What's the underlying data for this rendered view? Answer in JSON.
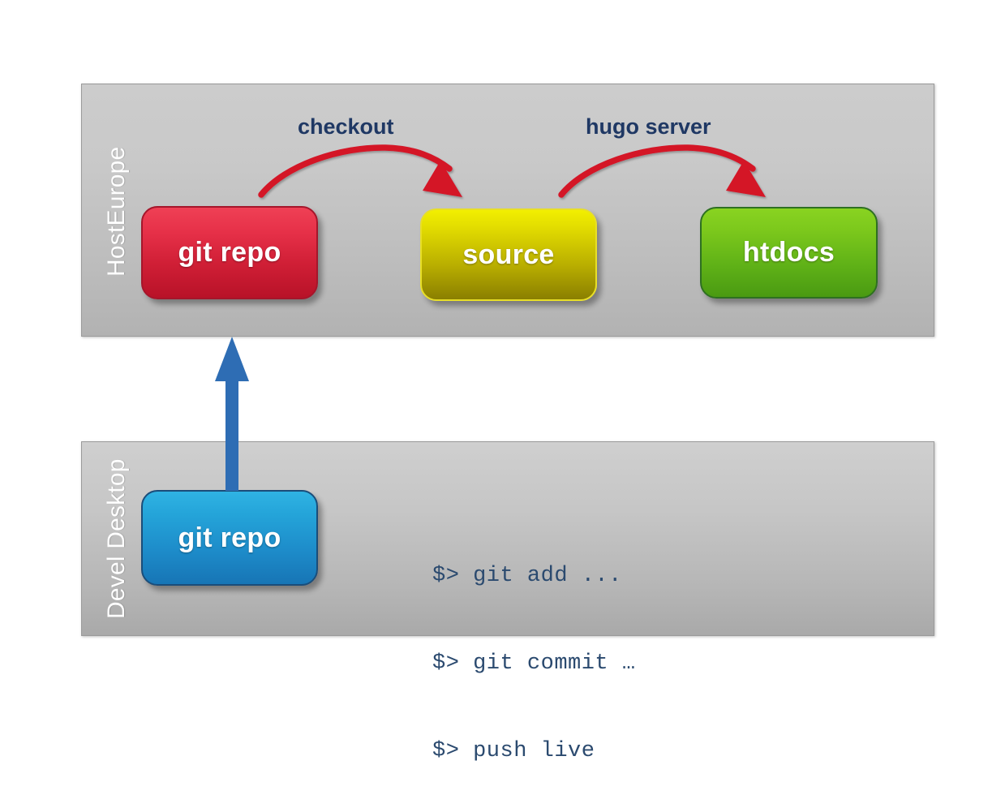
{
  "diagram": {
    "title_text": null,
    "zones": [
      {
        "id": "hosteurope",
        "label": "HostEurope",
        "nodes": [
          "git repo",
          "source",
          "htdocs"
        ]
      },
      {
        "id": "devel",
        "label": "Devel Desktop",
        "nodes": [
          "git repo"
        ]
      }
    ],
    "nodes": {
      "git_repo_host": {
        "label": "git repo",
        "color": "#d01f36"
      },
      "source": {
        "label": "source",
        "color": "#c8bf00"
      },
      "htdocs": {
        "label": "htdocs",
        "color": "#6fbd19"
      },
      "git_repo_devel": {
        "label": "git repo",
        "color": "#1d8bc9"
      }
    },
    "arrows": [
      {
        "id": "checkout",
        "label": "checkout",
        "from": "git repo",
        "to": "source",
        "color": "#d41228",
        "style": "curved"
      },
      {
        "id": "hugo-server",
        "label": "hugo server",
        "from": "source",
        "to": "htdocs",
        "color": "#d41228",
        "style": "curved"
      },
      {
        "id": "push",
        "label": "",
        "from": "git repo (Devel Desktop)",
        "to": "git repo (HostEurope)",
        "color": "#2e6db4",
        "style": "straight-up"
      }
    ],
    "terminal": {
      "lines": [
        "$> git add ...",
        "$> git commit …",
        "$> push live"
      ],
      "text_color": "#2b4a6f"
    },
    "palette": {
      "zone_background_light": "#cccccc",
      "zone_background_dark": "#a9a9a9",
      "zone_border": "#9a9a9a",
      "zone_label_text": "#ffffff",
      "arrow_label_text": "#1f3864",
      "red_arrow": "#d41228",
      "blue_arrow": "#2e6db4",
      "node_text": "#ffffff",
      "page_background": "#ffffff"
    }
  }
}
